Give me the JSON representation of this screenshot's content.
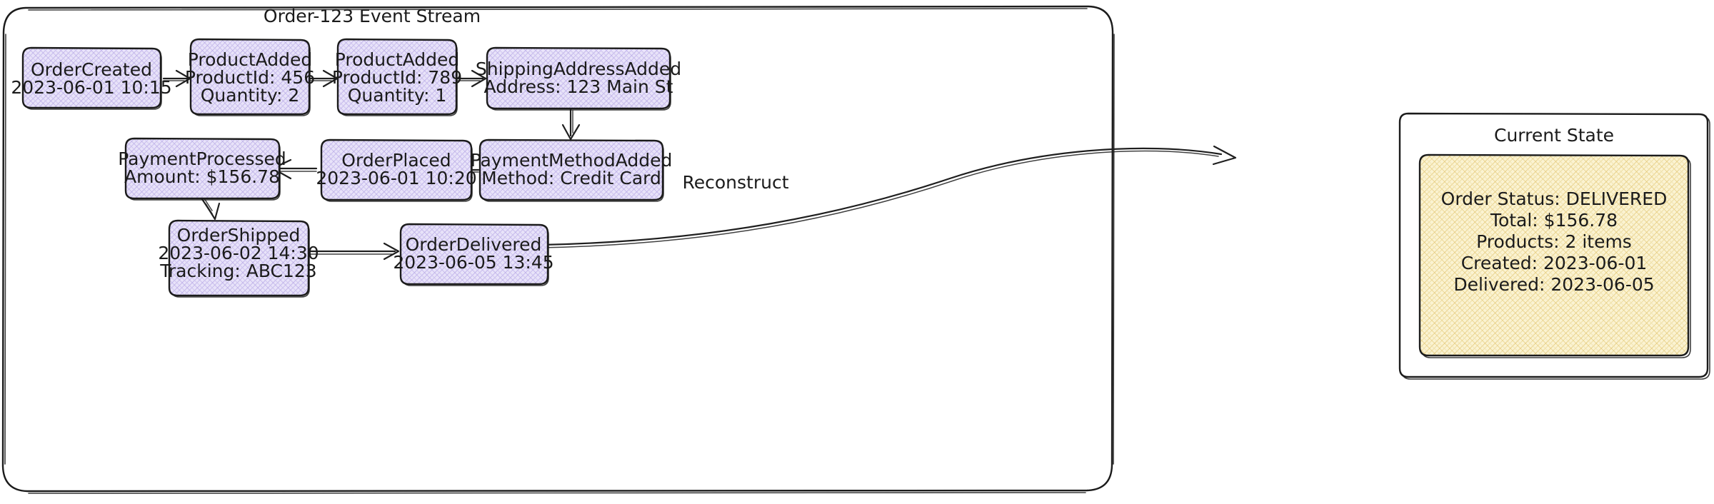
{
  "diagram": {
    "type": "event-sourcing-flow",
    "background_color": "#ffffff",
    "stroke_color": "#1b1b1b",
    "event_fill_color": "#e6e0f8",
    "event_hatch_color": "#b9a9e8",
    "state_fill_color": "#f8eec3",
    "state_hatch_color": "#e0c36a"
  },
  "event_stream": {
    "title": "Order-123 Event Stream",
    "nodes": [
      {
        "id": "order-created",
        "lines": [
          "OrderCreated",
          "2023-06-01 10:15"
        ]
      },
      {
        "id": "product-added-456",
        "lines": [
          "ProductAdded",
          "ProductId: 456",
          "Quantity: 2"
        ]
      },
      {
        "id": "product-added-789",
        "lines": [
          "ProductAdded",
          "ProductId: 789",
          "Quantity: 1"
        ]
      },
      {
        "id": "shipping-address-added",
        "lines": [
          "ShippingAddressAdded",
          "Address: 123 Main St"
        ]
      },
      {
        "id": "payment-method-added",
        "lines": [
          "PaymentMethodAdded",
          "Method: Credit Card"
        ]
      },
      {
        "id": "order-placed",
        "lines": [
          "OrderPlaced",
          "2023-06-01 10:20"
        ]
      },
      {
        "id": "payment-processed",
        "lines": [
          "PaymentProcessed",
          "Amount: $156.78"
        ]
      },
      {
        "id": "order-shipped",
        "lines": [
          "OrderShipped",
          "2023-06-02 14:30",
          "Tracking: ABC123"
        ]
      },
      {
        "id": "order-delivered",
        "lines": [
          "OrderDelivered",
          "2023-06-05 13:45"
        ]
      }
    ]
  },
  "current_state": {
    "title": "Current State",
    "lines": [
      "Order Status: DELIVERED",
      "Total: $156.78",
      "Products: 2 items",
      "Created: 2023-06-01",
      "Delivered: 2023-06-05"
    ]
  },
  "edges": [
    {
      "from": "order-created",
      "to": "product-added-456",
      "label": ""
    },
    {
      "from": "product-added-456",
      "to": "product-added-789",
      "label": ""
    },
    {
      "from": "product-added-789",
      "to": "shipping-address-added",
      "label": ""
    },
    {
      "from": "shipping-address-added",
      "to": "payment-method-added",
      "label": ""
    },
    {
      "from": "payment-method-added",
      "to": "order-placed",
      "label": ""
    },
    {
      "from": "order-placed",
      "to": "payment-processed",
      "label": ""
    },
    {
      "from": "payment-processed",
      "to": "order-shipped",
      "label": ""
    },
    {
      "from": "order-shipped",
      "to": "order-delivered",
      "label": ""
    },
    {
      "from": "order-delivered",
      "to": "current-state",
      "label": "Reconstruct"
    }
  ]
}
